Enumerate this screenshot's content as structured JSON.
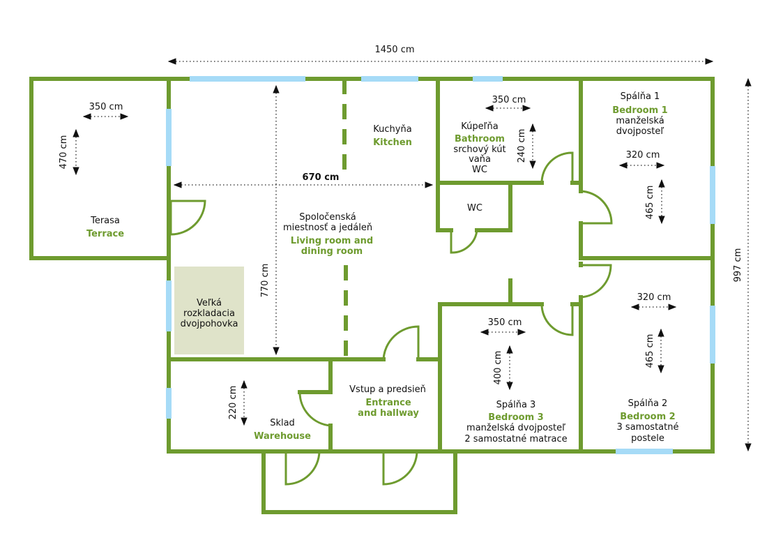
{
  "colors": {
    "wall": "#6e9b2f",
    "window": "#a6dbf7",
    "sofa": "#dfe3c9",
    "label_en": "#6e9b2f",
    "label_sk": "#111111"
  },
  "overall_dimensions": {
    "width": "1450 cm",
    "height": "997 cm"
  },
  "rooms": {
    "terrace": {
      "sk": "Terasa",
      "en": "Terrace",
      "width": "350 cm",
      "height": "470 cm"
    },
    "kitchen": {
      "sk": "Kuchyňa",
      "en": "Kitchen"
    },
    "living": {
      "sk1": "Spoločenská",
      "sk2": "miestnosť a jedáleň",
      "en1": "Living room and",
      "en2": "dining room",
      "width": "670 cm",
      "height": "770 cm"
    },
    "sofa": {
      "line1": "Veľká",
      "line2": "rozkladacia",
      "line3": "dvojpohovka"
    },
    "bathroom": {
      "sk": "Kúpeľňa",
      "en": "Bathroom",
      "items": [
        "srchový kút",
        "vaňa",
        "WC"
      ],
      "width": "350 cm",
      "height": "240 cm"
    },
    "wc": {
      "sk": "WC"
    },
    "bedroom1": {
      "sk": "Spálňa 1",
      "en": "Bedroom 1",
      "items": [
        "manželská",
        "dvojposteľ"
      ],
      "width": "320 cm",
      "height": "465 cm"
    },
    "bedroom2": {
      "sk": "Spálňa 2",
      "en": "Bedroom 2",
      "items": [
        "3 samostatné",
        "postele"
      ],
      "width": "320 cm",
      "height": "465 cm"
    },
    "bedroom3": {
      "sk": "Spálňa 3",
      "en": "Bedroom 3",
      "items": [
        "manželská dvojposteľ",
        "2 samostatné matrace"
      ],
      "width": "350 cm",
      "height": "400 cm"
    },
    "entrance": {
      "sk": "Vstup a predsieň",
      "en1": "Entrance",
      "en2": "and hallway"
    },
    "warehouse": {
      "sk": "Sklad",
      "en": "Warehouse",
      "height": "220 cm"
    }
  }
}
